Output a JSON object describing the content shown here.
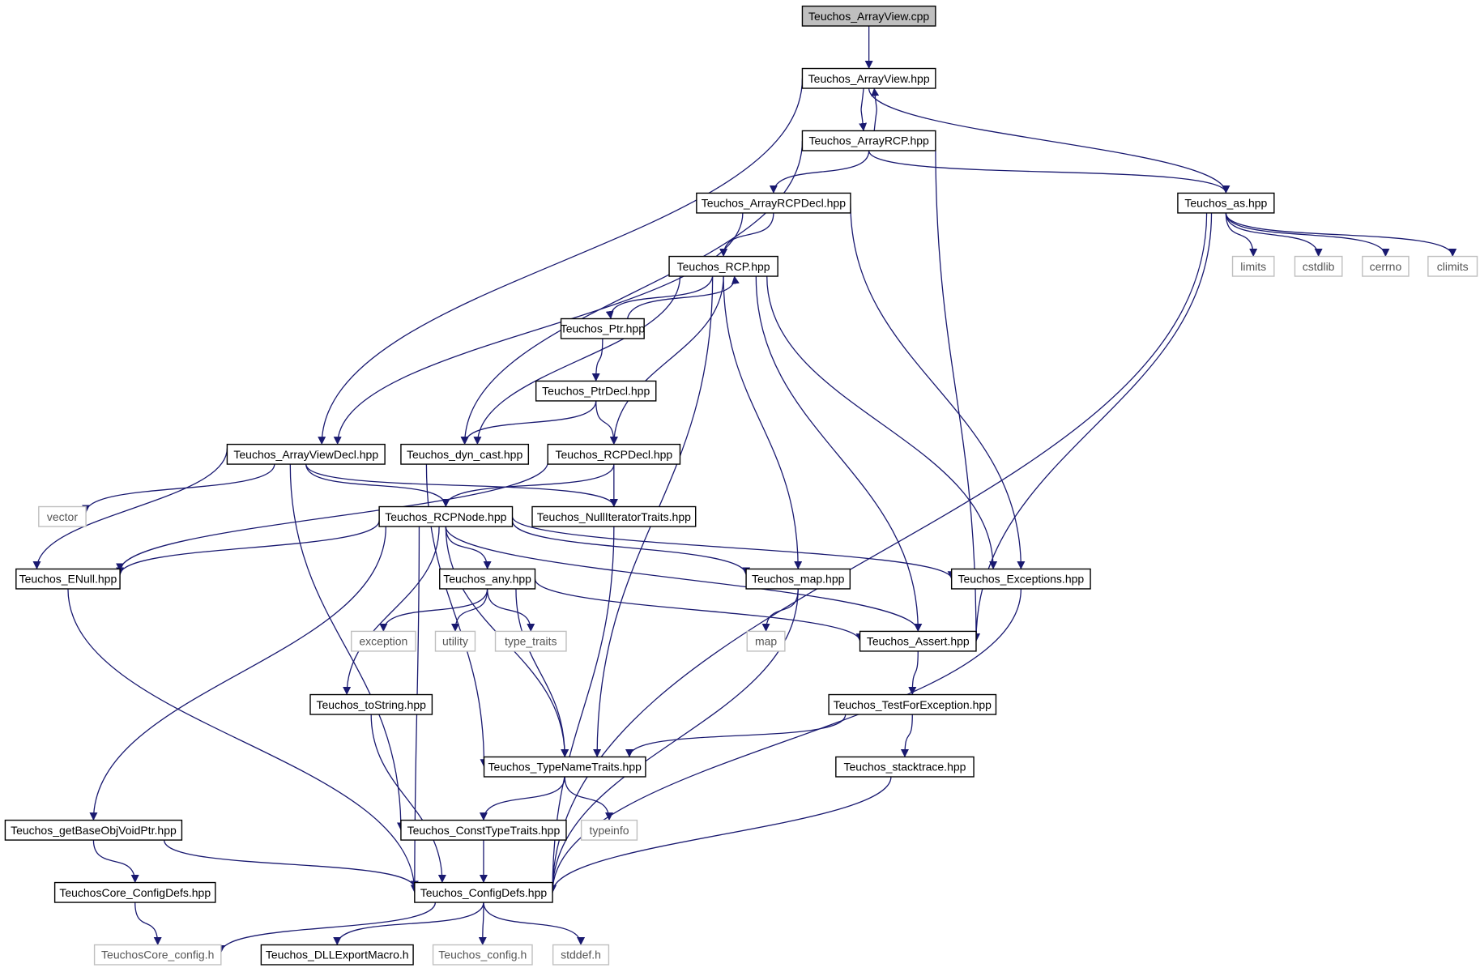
{
  "nodes": [
    {
      "id": "cpp",
      "label": "Teuchos_ArrayView.cpp",
      "kind": "root"
    },
    {
      "id": "av",
      "label": "Teuchos_ArrayView.hpp",
      "kind": "header"
    },
    {
      "id": "arcp",
      "label": "Teuchos_ArrayRCP.hpp",
      "kind": "header"
    },
    {
      "id": "as",
      "label": "Teuchos_as.hpp",
      "kind": "header"
    },
    {
      "id": "arcpd",
      "label": "Teuchos_ArrayRCPDecl.hpp",
      "kind": "header"
    },
    {
      "id": "rcp",
      "label": "Teuchos_RCP.hpp",
      "kind": "header"
    },
    {
      "id": "limits",
      "label": "limits",
      "kind": "system"
    },
    {
      "id": "cstdlib",
      "label": "cstdlib",
      "kind": "system"
    },
    {
      "id": "cerrno",
      "label": "cerrno",
      "kind": "system"
    },
    {
      "id": "climits",
      "label": "climits",
      "kind": "system"
    },
    {
      "id": "ptr",
      "label": "Teuchos_Ptr.hpp",
      "kind": "header"
    },
    {
      "id": "ptrd",
      "label": "Teuchos_PtrDecl.hpp",
      "kind": "header"
    },
    {
      "id": "avd",
      "label": "Teuchos_ArrayViewDecl.hpp",
      "kind": "header"
    },
    {
      "id": "dyn",
      "label": "Teuchos_dyn_cast.hpp",
      "kind": "header"
    },
    {
      "id": "rcpd",
      "label": "Teuchos_RCPDecl.hpp",
      "kind": "header"
    },
    {
      "id": "vector",
      "label": "vector",
      "kind": "system"
    },
    {
      "id": "rcpn",
      "label": "Teuchos_RCPNode.hpp",
      "kind": "header"
    },
    {
      "id": "nit",
      "label": "Teuchos_NullIteratorTraits.hpp",
      "kind": "header"
    },
    {
      "id": "enull",
      "label": "Teuchos_ENull.hpp",
      "kind": "header"
    },
    {
      "id": "any",
      "label": "Teuchos_any.hpp",
      "kind": "header"
    },
    {
      "id": "map",
      "label": "Teuchos_map.hpp",
      "kind": "header"
    },
    {
      "id": "exc",
      "label": "Teuchos_Exceptions.hpp",
      "kind": "header"
    },
    {
      "id": "exception",
      "label": "exception",
      "kind": "system"
    },
    {
      "id": "utility",
      "label": "utility",
      "kind": "system"
    },
    {
      "id": "type_traits",
      "label": "type_traits",
      "kind": "system"
    },
    {
      "id": "mapstd",
      "label": "map",
      "kind": "system"
    },
    {
      "id": "assert",
      "label": "Teuchos_Assert.hpp",
      "kind": "header"
    },
    {
      "id": "tostr",
      "label": "Teuchos_toString.hpp",
      "kind": "header"
    },
    {
      "id": "tfe",
      "label": "Teuchos_TestForException.hpp",
      "kind": "header"
    },
    {
      "id": "tnt",
      "label": "Teuchos_TypeNameTraits.hpp",
      "kind": "header"
    },
    {
      "id": "st",
      "label": "Teuchos_stacktrace.hpp",
      "kind": "header"
    },
    {
      "id": "gbo",
      "label": "Teuchos_getBaseObjVoidPtr.hpp",
      "kind": "header"
    },
    {
      "id": "ctt",
      "label": "Teuchos_ConstTypeTraits.hpp",
      "kind": "header"
    },
    {
      "id": "typeinfo",
      "label": "typeinfo",
      "kind": "system"
    },
    {
      "id": "ccd",
      "label": "TeuchosCore_ConfigDefs.hpp",
      "kind": "header"
    },
    {
      "id": "cd",
      "label": "Teuchos_ConfigDefs.hpp",
      "kind": "header"
    },
    {
      "id": "tcc",
      "label": "TeuchosCore_config.h",
      "kind": "system"
    },
    {
      "id": "dll",
      "label": "Teuchos_DLLExportMacro.h",
      "kind": "header"
    },
    {
      "id": "tconf",
      "label": "Teuchos_config.h",
      "kind": "system"
    },
    {
      "id": "stddef",
      "label": "stddef.h",
      "kind": "system"
    }
  ],
  "edges": [
    [
      "cpp",
      "av"
    ],
    [
      "av",
      "avd"
    ],
    [
      "av",
      "arcp"
    ],
    [
      "av",
      "as"
    ],
    [
      "arcp",
      "av"
    ],
    [
      "arcp",
      "dyn"
    ],
    [
      "arcp",
      "arcpd"
    ],
    [
      "arcp",
      "as"
    ],
    [
      "arcp",
      "assert"
    ],
    [
      "arcpd",
      "avd"
    ],
    [
      "arcpd",
      "rcp"
    ],
    [
      "arcpd",
      "exc"
    ],
    [
      "as",
      "limits"
    ],
    [
      "as",
      "cstdlib"
    ],
    [
      "as",
      "cerrno"
    ],
    [
      "as",
      "climits"
    ],
    [
      "as",
      "assert"
    ],
    [
      "as",
      "cd"
    ],
    [
      "rcp",
      "ptr"
    ],
    [
      "rcp",
      "dyn"
    ],
    [
      "rcp",
      "rcpd"
    ],
    [
      "rcp",
      "tnt"
    ],
    [
      "rcp",
      "map"
    ],
    [
      "rcp",
      "assert"
    ],
    [
      "rcp",
      "exc"
    ],
    [
      "ptr",
      "rcp"
    ],
    [
      "ptr",
      "ptrd"
    ],
    [
      "ptrd",
      "dyn"
    ],
    [
      "ptrd",
      "rcpd"
    ],
    [
      "avd",
      "vector"
    ],
    [
      "avd",
      "enull"
    ],
    [
      "avd",
      "rcpn"
    ],
    [
      "avd",
      "nit"
    ],
    [
      "avd",
      "ctt"
    ],
    [
      "dyn",
      "tnt"
    ],
    [
      "rcpd",
      "rcpn"
    ],
    [
      "rcpd",
      "nit"
    ],
    [
      "rcpd",
      "enull"
    ],
    [
      "rcpn",
      "enull"
    ],
    [
      "rcpn",
      "any"
    ],
    [
      "rcpn",
      "map"
    ],
    [
      "rcpn",
      "exc"
    ],
    [
      "rcpn",
      "assert"
    ],
    [
      "rcpn",
      "tostr"
    ],
    [
      "rcpn",
      "tnt"
    ],
    [
      "rcpn",
      "gbo"
    ],
    [
      "rcpn",
      "cd"
    ],
    [
      "nit",
      "cd"
    ],
    [
      "enull",
      "cd"
    ],
    [
      "any",
      "exception"
    ],
    [
      "any",
      "utility"
    ],
    [
      "any",
      "type_traits"
    ],
    [
      "any",
      "tnt"
    ],
    [
      "any",
      "assert"
    ],
    [
      "map",
      "mapstd"
    ],
    [
      "map",
      "cd"
    ],
    [
      "exc",
      "cd"
    ],
    [
      "assert",
      "tfe"
    ],
    [
      "tfe",
      "tnt"
    ],
    [
      "tfe",
      "st"
    ],
    [
      "st",
      "cd"
    ],
    [
      "tostr",
      "cd"
    ],
    [
      "tnt",
      "ctt"
    ],
    [
      "tnt",
      "typeinfo"
    ],
    [
      "ctt",
      "cd"
    ],
    [
      "gbo",
      "ccd"
    ],
    [
      "gbo",
      "cd"
    ],
    [
      "ccd",
      "tcc"
    ],
    [
      "cd",
      "tcc"
    ],
    [
      "cd",
      "dll"
    ],
    [
      "cd",
      "tconf"
    ],
    [
      "cd",
      "stddef"
    ]
  ],
  "colors": {
    "edge": "#191970",
    "header_border": "#000000",
    "header_fill": "#ffffff",
    "root_fill": "#bfbfbf",
    "system_border": "#bfbfbf",
    "system_text": "#555555"
  }
}
